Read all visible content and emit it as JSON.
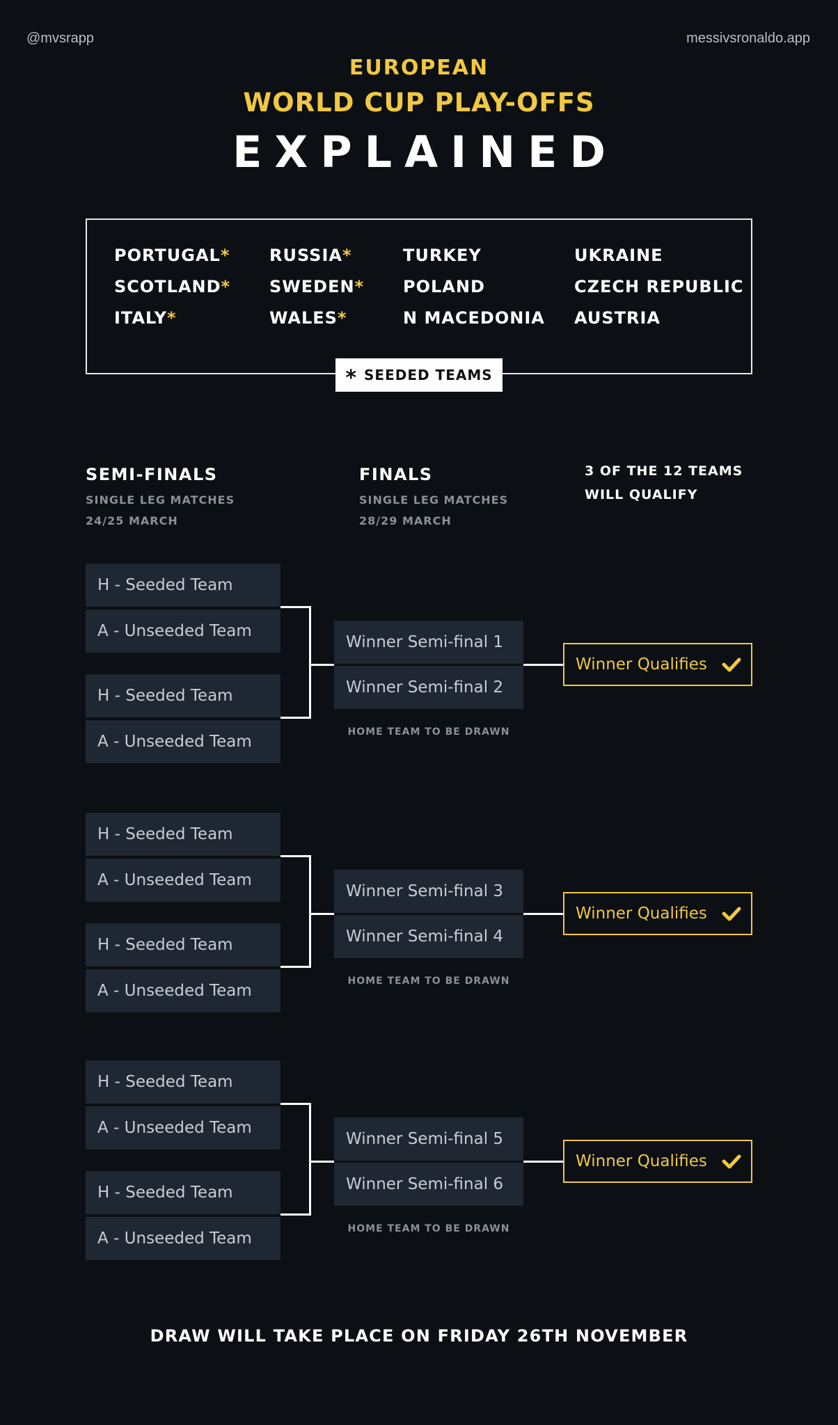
{
  "header": {
    "handle": "@mvsrapp",
    "site": "messivsronaldo.app",
    "title_line1": "EUROPEAN",
    "title_line2": "WORLD CUP PLAY-OFFS",
    "title_line3": "EXPLAINED"
  },
  "teams": {
    "columns": [
      [
        {
          "name": "PORTUGAL",
          "star": "*"
        },
        {
          "name": "SCOTLAND",
          "star": "*"
        },
        {
          "name": "ITALY",
          "star": "*"
        }
      ],
      [
        {
          "name": "RUSSIA",
          "star": "*"
        },
        {
          "name": "SWEDEN",
          "star": "*"
        },
        {
          "name": "WALES",
          "star": "*"
        }
      ],
      [
        {
          "name": "TURKEY",
          "star": ""
        },
        {
          "name": "POLAND",
          "star": ""
        },
        {
          "name": "N MACEDONIA",
          "star": ""
        }
      ],
      [
        {
          "name": "UKRAINE",
          "star": ""
        },
        {
          "name": "CZECH REPUBLIC",
          "star": ""
        },
        {
          "name": "AUSTRIA",
          "star": ""
        }
      ]
    ],
    "legend_symbol": "*",
    "legend_label": "SEEDED TEAMS"
  },
  "rounds": {
    "semis": {
      "title": "SEMI-FINALS",
      "sub1": "SINGLE LEG MATCHES",
      "sub2": "24/25 MARCH"
    },
    "finals": {
      "title": "FINALS",
      "sub1": "SINGLE LEG MATCHES",
      "sub2": "28/29 MARCH"
    },
    "qualify_line1": "3 OF THE 12 TEAMS",
    "qualify_line2": "WILL QUALIFY"
  },
  "paths": [
    {
      "semis": [
        "H - Seeded Team",
        "A - Unseeded Team",
        "H - Seeded Team",
        "A - Unseeded Team"
      ],
      "finals": [
        "Winner Semi-final 1",
        "Winner Semi-final 2"
      ],
      "note": "HOME TEAM TO BE DRAWN",
      "result": "Winner Qualifies"
    },
    {
      "semis": [
        "H - Seeded Team",
        "A - Unseeded Team",
        "H - Seeded Team",
        "A - Unseeded Team"
      ],
      "finals": [
        "Winner Semi-final 3",
        "Winner Semi-final 4"
      ],
      "note": "HOME TEAM TO BE DRAWN",
      "result": "Winner Qualifies"
    },
    {
      "semis": [
        "H - Seeded Team",
        "A - Unseeded Team",
        "H - Seeded Team",
        "A - Unseeded Team"
      ],
      "finals": [
        "Winner Semi-final 5",
        "Winner Semi-final 6"
      ],
      "note": "HOME TEAM TO BE DRAWN",
      "result": "Winner Qualifies"
    }
  ],
  "footer": "DRAW WILL TAKE PLACE ON FRIDAY 26TH NOVEMBER",
  "colors": {
    "background": "#0c0f13",
    "accent": "#f1c841",
    "cell": "#1f2732",
    "muted": "#8a8f98"
  },
  "icons": {
    "qualify": "check-icon"
  }
}
